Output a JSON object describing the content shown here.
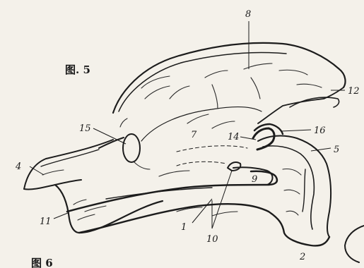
{
  "figure_caption": "图. 5",
  "next_figure_caption": "图 6",
  "labels": {
    "l1": "1",
    "l2": "2",
    "l4": "4",
    "l5": "5",
    "l7": "7",
    "l8": "8",
    "l9": "9",
    "l10": "10",
    "l11": "11",
    "l12": "12",
    "l14": "14",
    "l15": "15",
    "l16": "16"
  }
}
